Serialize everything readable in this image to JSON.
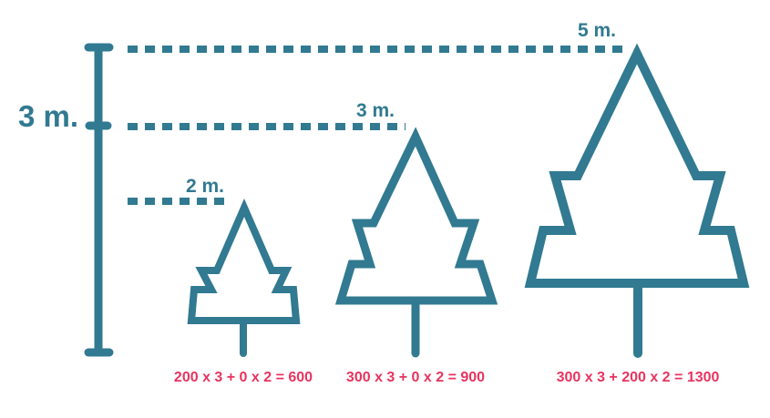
{
  "colors": {
    "tree": "#317a91",
    "formula": "#e8345f",
    "background": "#ffffff"
  },
  "scale": {
    "label": "3 m."
  },
  "trees": [
    {
      "height_label": "2 m.",
      "formula": "200 x 3 + 0 x 2 = 600"
    },
    {
      "height_label": "3 m.",
      "formula": "300 x 3 + 0 x 2 = 900"
    },
    {
      "height_label": "5 m.",
      "formula": "300 x 3 + 200 x 2 = 1300"
    }
  ]
}
